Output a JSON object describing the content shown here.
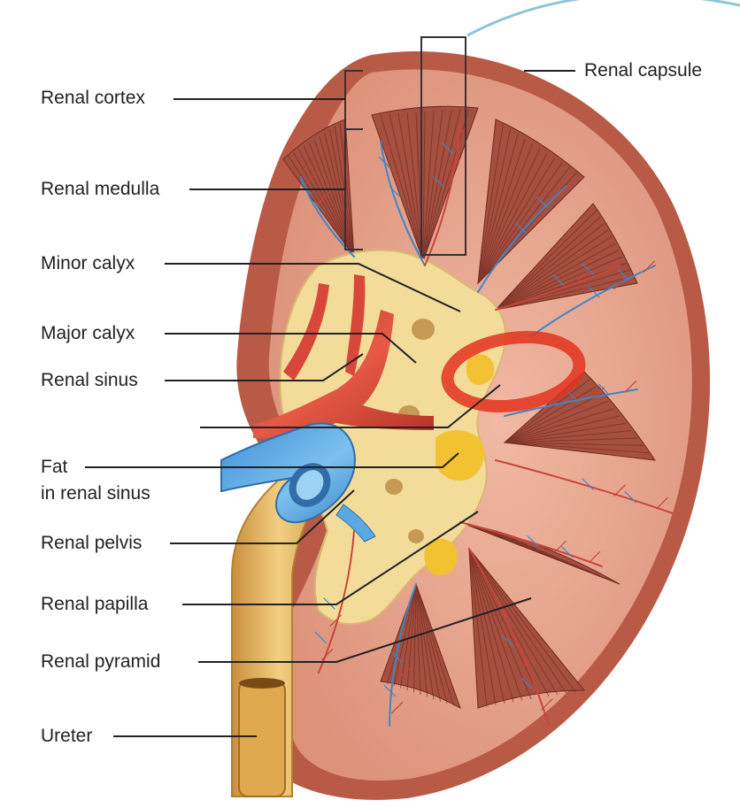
{
  "labels": {
    "renal_cortex": "Renal cortex",
    "renal_medulla": "Renal medulla",
    "minor_calyx": "Minor calyx",
    "major_calyx": "Major calyx",
    "renal_sinus": "Renal sinus",
    "fat_line1": "Fat",
    "fat_line2": "in renal sinus",
    "renal_pelvis": "Renal pelvis",
    "renal_papilla": "Renal papilla",
    "renal_pyramid": "Renal pyramid",
    "ureter": "Ureter",
    "renal_capsule": "Renal capsule"
  },
  "colors": {
    "capsule": "#b95a47",
    "cortex": "#e7a28c",
    "pyramid": "#a54f40",
    "pyramid_line": "#6e2a1f",
    "sinus": "#f3dc9a",
    "ureter": "#e9bd6a",
    "artery": "#d8483a",
    "vein": "#5aa9e0",
    "fat": "#f2c233",
    "vessel_blue": "#3f86c8",
    "vessel_red": "#c9453a",
    "highlight": "#e3321f",
    "leader": "#222222"
  }
}
